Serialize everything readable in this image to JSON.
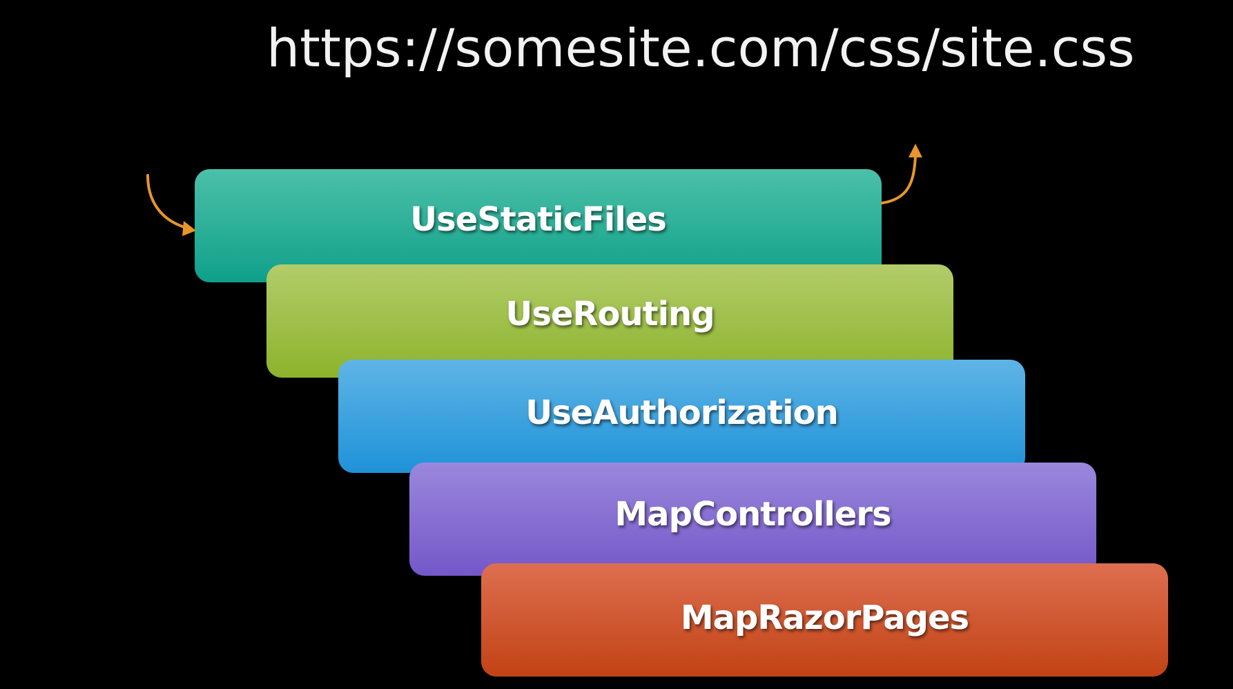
{
  "title": "https://somesite.com/css/site.css",
  "layers": [
    {
      "label": "UseStaticFiles",
      "color_top": "#4cc0a8",
      "color_bottom": "#0fa08a"
    },
    {
      "label": "UseRouting",
      "color_top": "#b2cc6a",
      "color_bottom": "#8db32c"
    },
    {
      "label": "UseAuthorization",
      "color_top": "#5fb4e6",
      "color_bottom": "#1f92d8"
    },
    {
      "label": "MapControllers",
      "color_top": "#9a88dc",
      "color_bottom": "#7457c9"
    },
    {
      "label": "MapRazorPages",
      "color_top": "#dd6f50",
      "color_bottom": "#c24214"
    }
  ],
  "arrow_color": "#e8962b",
  "icons": {
    "entry_arrow": "curved-arrow-in-icon",
    "exit_arrow": "curved-arrow-up-icon"
  }
}
